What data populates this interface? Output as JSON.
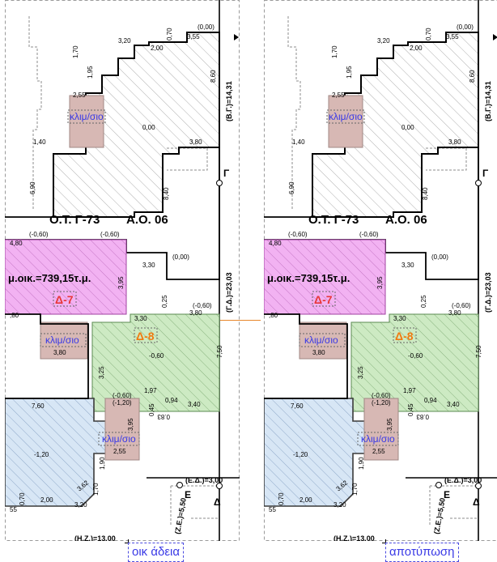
{
  "panels": [
    {
      "caption": "οικ άδεια",
      "labels": {
        "ot": "Ο.Τ. Γ-73",
        "ao": "Α.Ο. 06",
        "area": "μ.οικ.=739,15τ.μ.",
        "zone_pink": "Δ-7",
        "zone_green": "Δ-8",
        "ac_top": "κλιμ/σιο",
        "ac_mid": "κλιμ/σιο",
        "ac_bottom": "κλιμ/σιο",
        "road_bg": "(Β.Γ.)=14,31",
        "road_gd": "(Γ.Δ.)=23,03",
        "road_ed": "(Ε.Δ.)=3,00",
        "road_ze": "(Ζ.Ε.)=5,50",
        "road_hz": "(Η.Ζ.)=13,00",
        "corner_g": "Γ",
        "corner_e": "Ε",
        "corner_d": "Δ",
        "lvl_000_a": "(0,00)",
        "lvl_000_b": "0,00",
        "lvl_000_c": "(0,00)",
        "lvl_m060_a": "(-0,60)",
        "lvl_m060_b": "(-0,60)",
        "lvl_m060_c": "(-0,60)",
        "lvl_m060_d": "-0,60",
        "lvl_m060_e": "(-0,60)",
        "lvl_m120_a": "(-1,20)",
        "lvl_m120_b": "-1,20",
        "d_320_a": "3,20",
        "d_070_a": "0,70",
        "d_355": "3,55",
        "d_200_a": "2,00",
        "d_170_a": "1,70",
        "d_195": "1,95",
        "d_255_a": "2,55",
        "d_860": "8,60",
        "d_380_a": "3,80",
        "d_140": "1,40",
        "d_690": "6,90",
        "d_840": "8,40",
        "d_480": "4,80",
        "d_330_a": "3,30",
        "d_395_a": "3,95",
        "d_025": "0,25",
        "d_330_b": "3,30",
        "d_380_b": "3,80",
        "d_380_c": "3,80",
        "d_750": "7,50",
        "d_325": "3,25",
        "d_197": "1,97",
        "d_094": "0,94",
        "d_340": "3,40",
        "d_045": "0,45",
        "d_083": "0.83",
        "d_760": "7,60",
        "d_395_b": "3,95",
        "d_255_b": "2,55",
        "d_190": "1,90",
        "d_362": "3,62",
        "d_170_b": "1,70",
        "d_200_b": "2,00",
        "d_070_b": "0,70",
        "d_320_b": "3,20",
        "d_055": "55",
        "d_380_d": ",80"
      }
    },
    {
      "caption": "αποτύπωση",
      "labels": {
        "ot": "Ο.Τ. Γ-73",
        "ao": "Α.Ο. 06",
        "area": "μ.οικ.=739,15τ.μ.",
        "zone_pink": "Δ-7",
        "zone_green": "Δ-8",
        "ac_top": "κλιμ/σιο",
        "ac_mid": "κλιμ/σιο",
        "ac_bottom": "κλιμ/σιο",
        "road_bg": "(Β.Γ.)=14,31",
        "road_gd": "(Γ.Δ.)=23,03",
        "road_ed": "(Ε.Δ.)=3,00",
        "road_ze": "(Ζ.Ε.)=5,50",
        "road_hz": "(Η.Ζ.)=13,00",
        "corner_g": "Γ",
        "corner_e": "Ε",
        "corner_d": "Δ",
        "lvl_000_a": "(0,00)",
        "lvl_000_b": "0,00",
        "lvl_000_c": "(0,00)",
        "lvl_m060_a": "(-0,60)",
        "lvl_m060_b": "(-0,60)",
        "lvl_m060_c": "(-0,60)",
        "lvl_m060_d": "-0,60",
        "lvl_m060_e": "(-0,60)",
        "lvl_m120_a": "(-1,20)",
        "lvl_m120_b": "-1,20",
        "d_320_a": "3,20",
        "d_070_a": "0,70",
        "d_355": "3,55",
        "d_200_a": "2,00",
        "d_170_a": "1,70",
        "d_195": "1,95",
        "d_255_a": "2,55",
        "d_860": "8,60",
        "d_380_a": "3,80",
        "d_140": "1,40",
        "d_690": "6,90",
        "d_840": "8,40",
        "d_480": "4,80",
        "d_330_a": "3,30",
        "d_395_a": "3,95",
        "d_025": "0,25",
        "d_330_b": "3,30",
        "d_380_b": "3,80",
        "d_380_c": "3,80",
        "d_750": "7,50",
        "d_325": "3,25",
        "d_197": "1,97",
        "d_094": "0,94",
        "d_340": "3,40",
        "d_045": "0,45",
        "d_083": "0.83",
        "d_760": "7,60",
        "d_395_b": "3,95",
        "d_255_b": "2,55",
        "d_190": "1,90",
        "d_362": "3,62",
        "d_170_b": "1,70",
        "d_200_b": "2,00",
        "d_070_b": "0,70",
        "d_320_b": "3,20",
        "d_055": "55",
        "d_380_d": ",80"
      }
    }
  ],
  "colors": {
    "pink_zone": "#f2b2f2",
    "green_zone": "#cdeac3",
    "blue_zone": "#d7e6f5",
    "ac_fill": "#d7b8b4",
    "hatch_grey": "#9a9a9a",
    "label_blue": "#3a3ae6",
    "zone_red": "#e8383a",
    "zone_orange": "#f07a10",
    "link_line": "#e8862a"
  }
}
